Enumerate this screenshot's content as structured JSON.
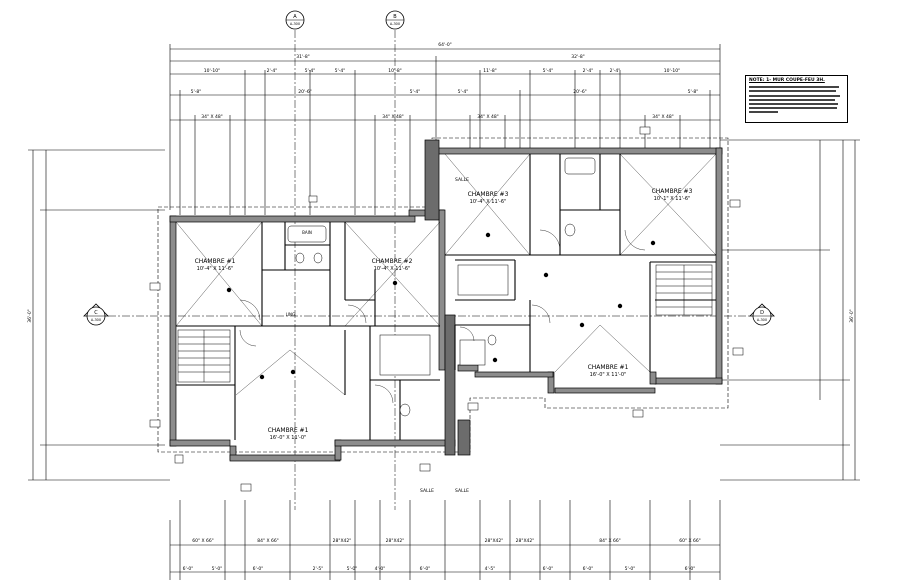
{
  "section_markers": [
    {
      "id": "A",
      "sheet": "A-300"
    },
    {
      "id": "B",
      "sheet": "A-300"
    },
    {
      "id": "C",
      "sheet": "A-300"
    },
    {
      "id": "D",
      "sheet": "A-300"
    }
  ],
  "overall_dimensions": {
    "top_total": "64'-0\"",
    "top_left_half": "31'-8\"",
    "top_right_half": "32'-8\"",
    "side_left": "36'-0\"",
    "side_right": "36'-0\""
  },
  "top_dims_row1": [
    "10'-10\"",
    "2'-4\"",
    "5'-4\"",
    "5'-4\"",
    "10'-8\"",
    "11'-8\"",
    "5'-4\"",
    "2'-4\"",
    "2'-4\"",
    "10'-10\""
  ],
  "top_dims_row2": [
    "5'-8\"",
    "20'-6\"",
    "5'-4\"",
    "5'-4\"",
    "20'-6\"",
    "5'-8\""
  ],
  "window_sizes_top": [
    "34\" X 48\"",
    "34\" X 48\"",
    "34\" X 48\"",
    "34\" X 48\""
  ],
  "window_sizes_bottom": [
    "60\" X 66\"",
    "84\" X 66\"",
    "28\"X42\"",
    "28\"X42\"",
    "28\"X42\"",
    "28\"X42\"",
    "84\" X 66\"",
    "60\" X 66\""
  ],
  "bottom_dims": [
    "6'-0\"",
    "5'-0\"",
    "6'-0\"",
    "2'-5\"",
    "5'-0\"",
    "4'-0\"",
    "6'-0\"",
    "4'-5\"",
    "6'-0\"",
    "6'-0\"",
    "5'-0\"",
    "6'-0\""
  ],
  "rooms": {
    "chambre1": {
      "name": "CHAMBRE #1",
      "size": "10'-4\" X 11'-6\""
    },
    "chambre2": {
      "name": "CHAMBRE #2",
      "size": "10'-4\" X 11'-6\""
    },
    "chambre3": {
      "name": "CHAMBRE #3",
      "size": "10'-4\" X 11'-6\""
    },
    "chambre4": {
      "name": "CHAMBRE #3",
      "size": "10'-1\" X 11'-6\""
    },
    "chambre5": {
      "name": "CHAMBRE #1",
      "size": "16'-0\" X 11'-0\""
    },
    "chambre6": {
      "name": "CHAMBRE #1",
      "size": "16'-0\" X 11'-0\""
    },
    "salle_a": "SALLE",
    "salle_b": "SALLE",
    "salle_c": "SALLE",
    "bain": "BAIN",
    "lingerie": "LING."
  },
  "note": {
    "title": "NOTE: 1- MUR COUPE-FEU 3H."
  },
  "colors": {
    "line": "#000000",
    "wall_fill": "#8c8c8c",
    "paper": "#ffffff"
  }
}
